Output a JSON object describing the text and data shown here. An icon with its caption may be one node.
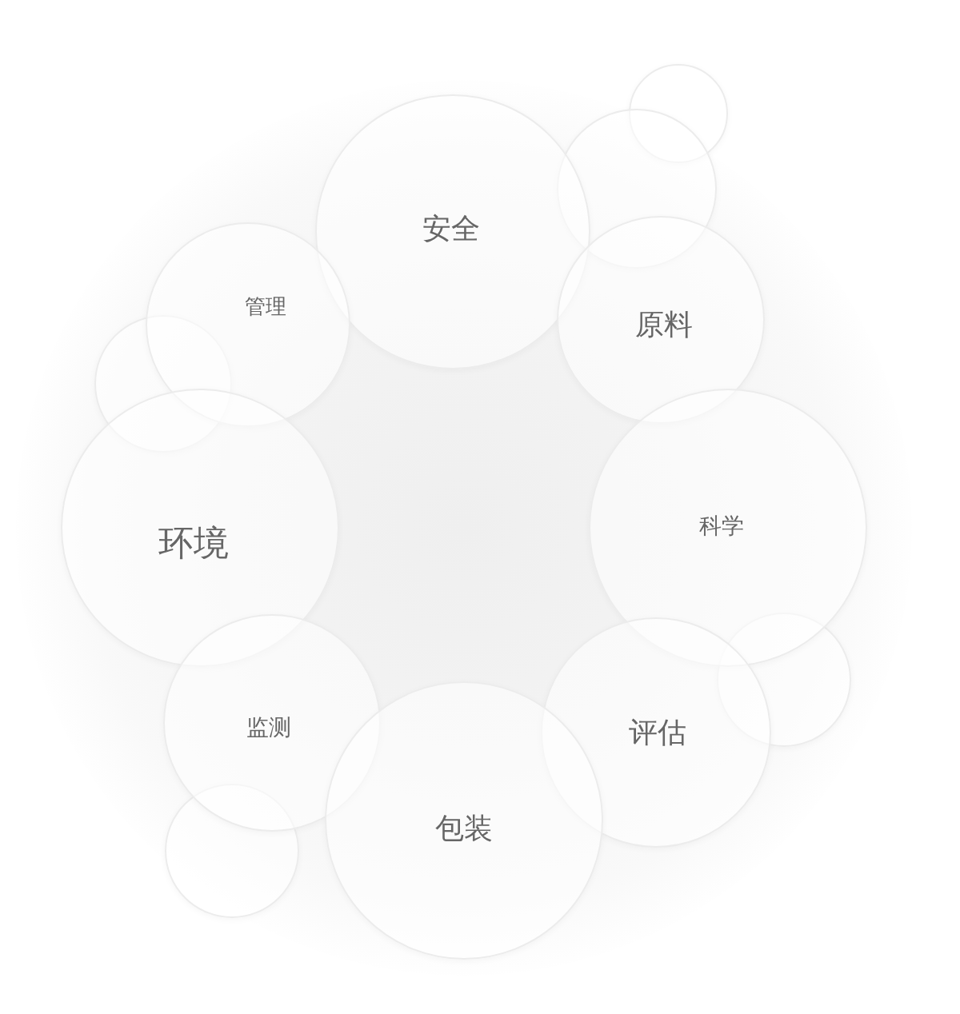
{
  "diagram": {
    "nodes": [
      {
        "text": [],
        "shape": "circle"
      },
      {
        "text": [],
        "shape": "circle"
      },
      {
        "text": [
          "安全"
        ]
      },
      {
        "text": [
          "原料"
        ]
      },
      {
        "text": [
          "管理"
        ]
      },
      {
        "text": [],
        "shape": "circle"
      },
      {
        "text": [
          "环境"
        ]
      },
      {
        "text": [
          "科学"
        ]
      },
      {
        "text": [],
        "shape": "circle"
      },
      {
        "text": [
          "监测"
        ]
      },
      {
        "text": [
          "评估"
        ]
      },
      {
        "text": [
          "包装"
        ]
      },
      {
        "text": [],
        "shape": "circle"
      }
    ]
  }
}
